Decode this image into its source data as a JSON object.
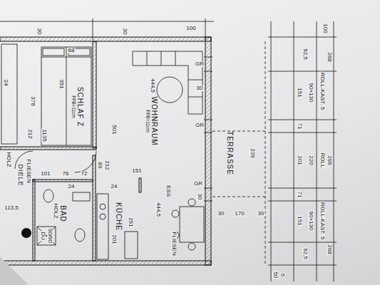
{
  "diagram": {
    "nodes": [
      {
        "text": [
          "SCHLAF Z",
          "FFB=11cm"
        ]
      },
      {
        "text": [
          "WOHNRAUM",
          "FFB=11cm"
        ]
      },
      {
        "text": [
          "TERRASSE"
        ]
      },
      {
        "text": [
          "DIELE"
        ]
      },
      {
        "text": [
          "BAD"
        ]
      },
      {
        "text": [
          "KÜCHE"
        ]
      }
    ],
    "labels": [
      "30",
      "30",
      "100",
      "68",
      "24",
      "351",
      "376",
      "501",
      "444,5",
      "30",
      "239",
      "30",
      "30",
      "170",
      "30",
      "ESS",
      "444,5",
      "251",
      "201",
      "FLIESEN",
      "HOLZ",
      "FLIESEN",
      "HOLZ",
      "DU",
      "90/90",
      "113,5",
      "1135",
      "212",
      "101",
      "76",
      "72",
      "89",
      "212",
      "151",
      "24",
      "24",
      "100",
      "92,5",
      "151",
      "90×130",
      "ROLL-KAST. 5",
      "268",
      "71",
      "201",
      "220",
      "ROLL",
      "299",
      "71",
      "151",
      "90×130",
      "ROLL-KAST. 5",
      "268",
      "92,5",
      "50",
      "5",
      "GR",
      "GR",
      "GR"
    ]
  }
}
